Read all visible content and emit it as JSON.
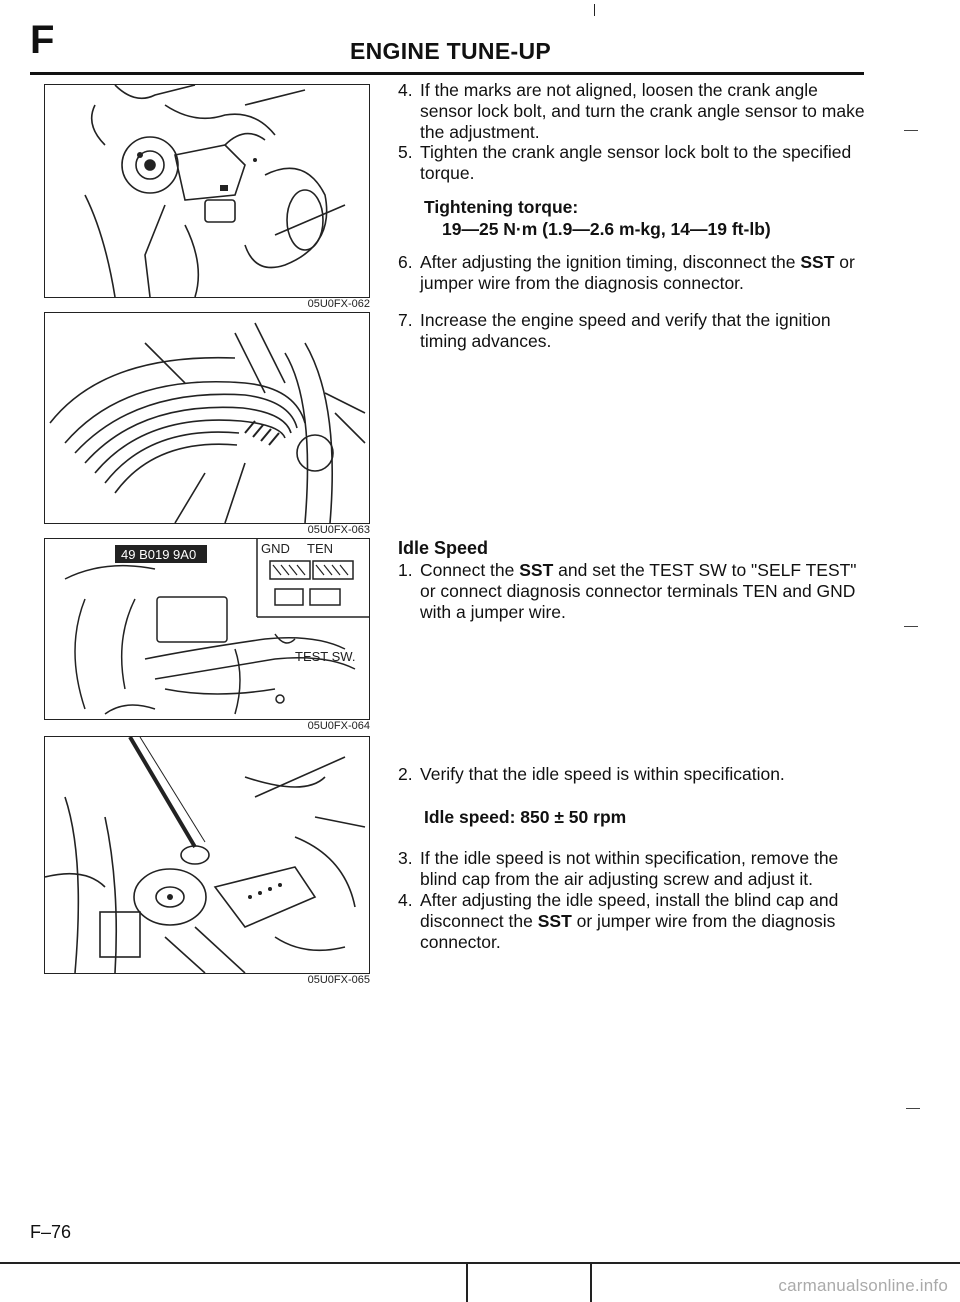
{
  "header": {
    "section": "F",
    "title": "ENGINE TUNE-UP"
  },
  "figures": [
    {
      "code": "05U0FX-062"
    },
    {
      "code": "05U0FX-063"
    },
    {
      "code": "05U0FX-064",
      "sst_label": "49 B019 9A0",
      "terminal_gnd": "GND",
      "terminal_ten": "TEN",
      "test_sw": "TEST SW."
    },
    {
      "code": "05U0FX-065"
    }
  ],
  "steps_a": [
    {
      "num": "4.",
      "text": "If the marks are not aligned, loosen the crank angle sensor lock bolt, and turn the crank angle sensor to make the adjustment."
    },
    {
      "num": "5.",
      "text": "Tighten the crank angle sensor lock bolt to the specified torque."
    }
  ],
  "torque": {
    "label": "Tightening torque:",
    "value": "19—25 N·m (1.9—2.6 m-kg, 14—19 ft-lb)"
  },
  "steps_b": [
    {
      "num": "6.",
      "pre": "After adjusting the ignition timing, disconnect the ",
      "bold": "SST",
      "post": " or jumper wire from the diagnosis connector."
    },
    {
      "num": "7.",
      "text": "Increase the engine speed and verify that the ignition timing advances."
    }
  ],
  "idle": {
    "heading": "Idle Speed",
    "step1": {
      "num": "1.",
      "pre": "Connect the ",
      "bold": "SST",
      "post": " and set the TEST SW to \"SELF TEST\" or connect diagnosis connector terminals TEN and GND with a jumper wire."
    },
    "step2": {
      "num": "2.",
      "text": "Verify that the idle speed is within specification."
    },
    "spec": "Idle speed: 850 ± 50 rpm",
    "step3": {
      "num": "3.",
      "text": "If the idle speed is not within specification, remove the blind cap from the air adjusting screw and adjust it."
    },
    "step4": {
      "num": "4.",
      "pre": "After adjusting the idle speed, install the blind cap and disconnect the ",
      "bold": "SST",
      "post": " or jumper wire from the diagnosis connector."
    }
  },
  "footer": {
    "page": "F–76",
    "watermark": "carmanualsonline.info"
  }
}
